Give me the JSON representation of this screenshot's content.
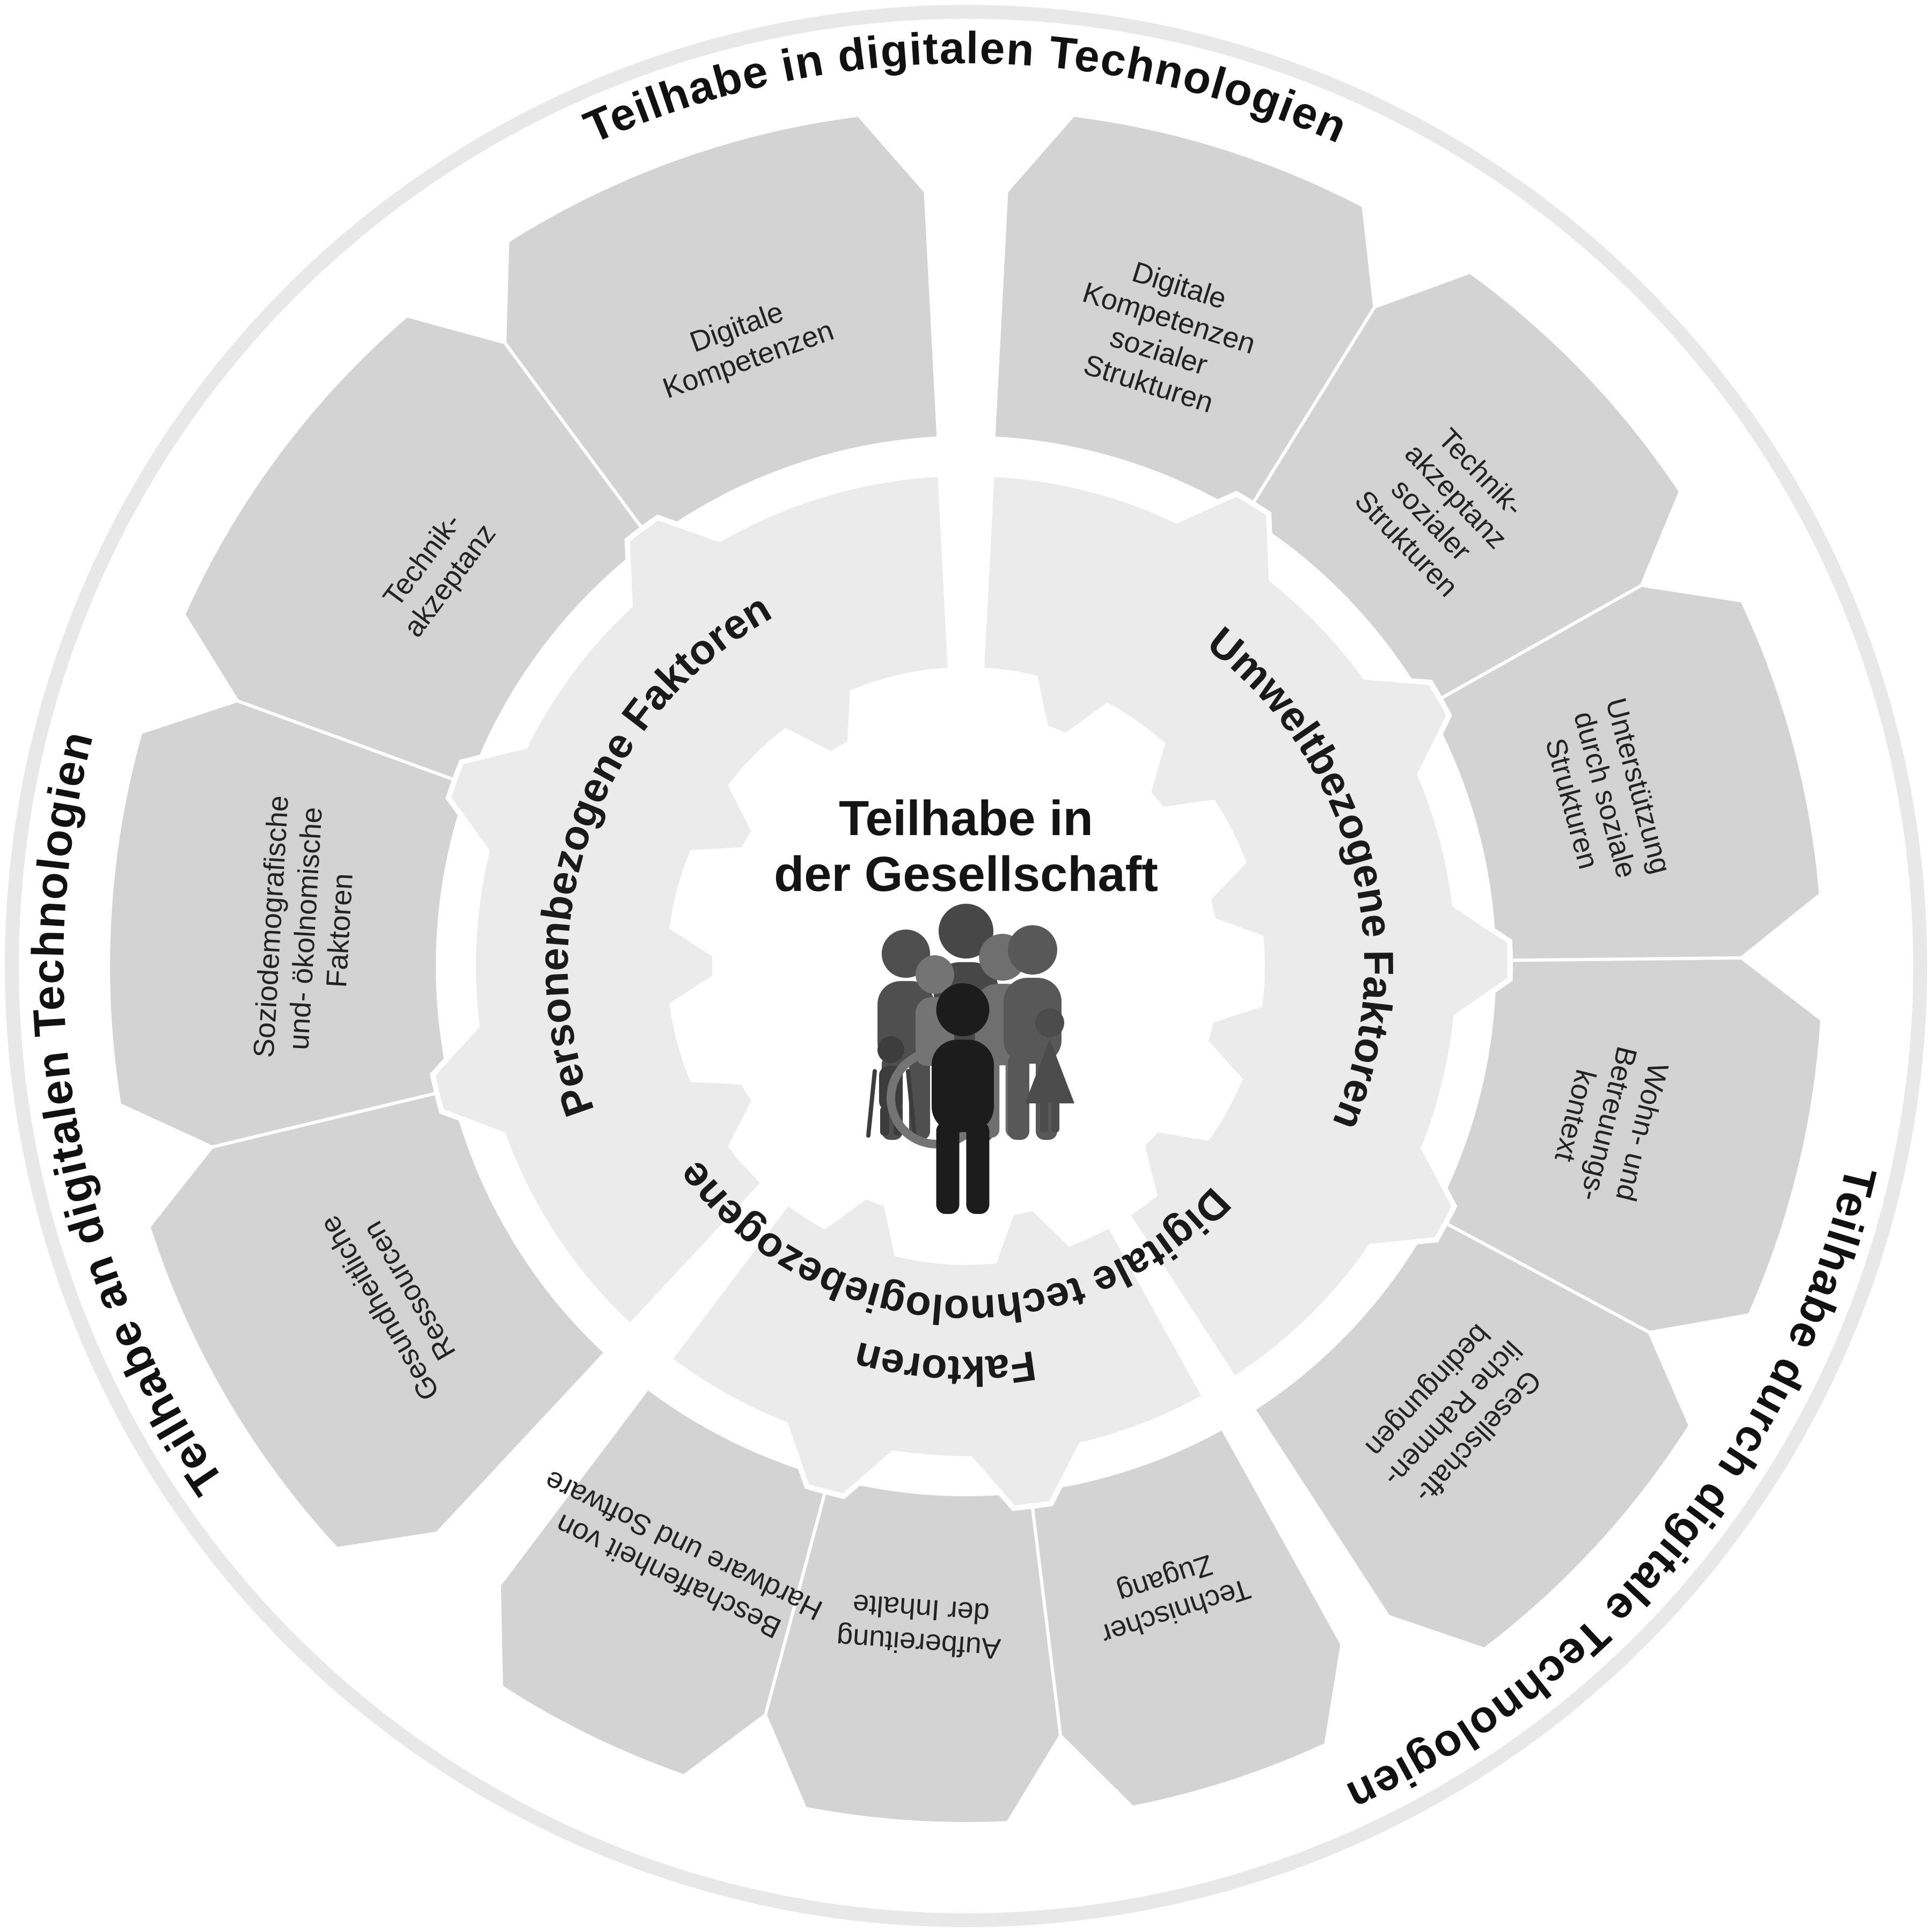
{
  "diagram": {
    "outer_titles": {
      "top": "Teilhabe in digitalen Technologien",
      "right": "Teilhabe durch digitale Technologien",
      "left": "Teilhabe an digitalen Technologien"
    },
    "middle_sectors": {
      "personen": {
        "label": "Personenbezogene Faktoren"
      },
      "umwelt": {
        "label": "Umweltbezogene Faktoren"
      },
      "digital": {
        "label_line1": "Digitale technologiebezogene",
        "label_line2": "Faktoren"
      }
    },
    "center": {
      "title_line1": "Teilhabe in",
      "title_line2": "der Gesellschaft",
      "icon": "group-of-people-with-wheelchair-icon"
    },
    "outer_segments": [
      {
        "group": "umwelt",
        "label": "Digitale Kompetenzen sozialer Strukturen",
        "lines": [
          "Digitale",
          "Kompetenzen",
          "sozialer",
          "Strukturen"
        ]
      },
      {
        "group": "umwelt",
        "label": "Technik-akzeptanz sozialer Strukturen",
        "lines": [
          "Technik-",
          "akzeptanz",
          "sozialer",
          "Strukturen"
        ]
      },
      {
        "group": "umwelt",
        "label": "Unterstützung durch soziale Strukturen",
        "lines": [
          "Unterstützung",
          "durch soziale",
          "Strukturen"
        ]
      },
      {
        "group": "umwelt",
        "label": "Wohn- und Betreuungs-kontext",
        "lines": [
          "Wohn- und",
          "Betreuungs-",
          "kontext"
        ]
      },
      {
        "group": "umwelt",
        "label": "Gesellschaft-liche Rahmen-bedingungen",
        "lines": [
          "Gesellschaft-",
          "liche Rahmen-",
          "bedingungen"
        ]
      },
      {
        "group": "digital",
        "label": "Technischer Zugang",
        "lines": [
          "Technischer",
          "Zugang"
        ]
      },
      {
        "group": "digital",
        "label": "Aufbereitung der Inhalte",
        "lines": [
          "Aufbereitung",
          "der Inhalte"
        ]
      },
      {
        "group": "digital",
        "label": "Beschaffenheit von Hardware und Software",
        "lines": [
          "Beschaffenheit von",
          "Hardware und Software"
        ]
      },
      {
        "group": "personen",
        "label": "Gesundheitliche Ressourcen",
        "lines": [
          "Gesundheitliche",
          "Ressourcen"
        ]
      },
      {
        "group": "personen",
        "label": "Soziodemografische und- ökolnomische Faktoren",
        "lines": [
          "Soziodemografische",
          "und- ökolnomische",
          "Faktoren"
        ]
      },
      {
        "group": "personen",
        "label": "Technik-akzeptanz",
        "lines": [
          "Technik-",
          "akzeptanz"
        ]
      },
      {
        "group": "personen",
        "label": "Digitale Kompetenzen",
        "lines": [
          "Digitale",
          "Kompetenzen"
        ]
      }
    ],
    "colors": {
      "outer_segment_fill": "#d3d3d3",
      "middle_sector_fill": "#ebebeb",
      "boundary_ring": "#e8e8e8",
      "title_text": "#111111",
      "label_text": "#222222",
      "people_dark": "#1c1c1c",
      "people_mid": "#4f4f4f",
      "people_light": "#747474"
    }
  }
}
